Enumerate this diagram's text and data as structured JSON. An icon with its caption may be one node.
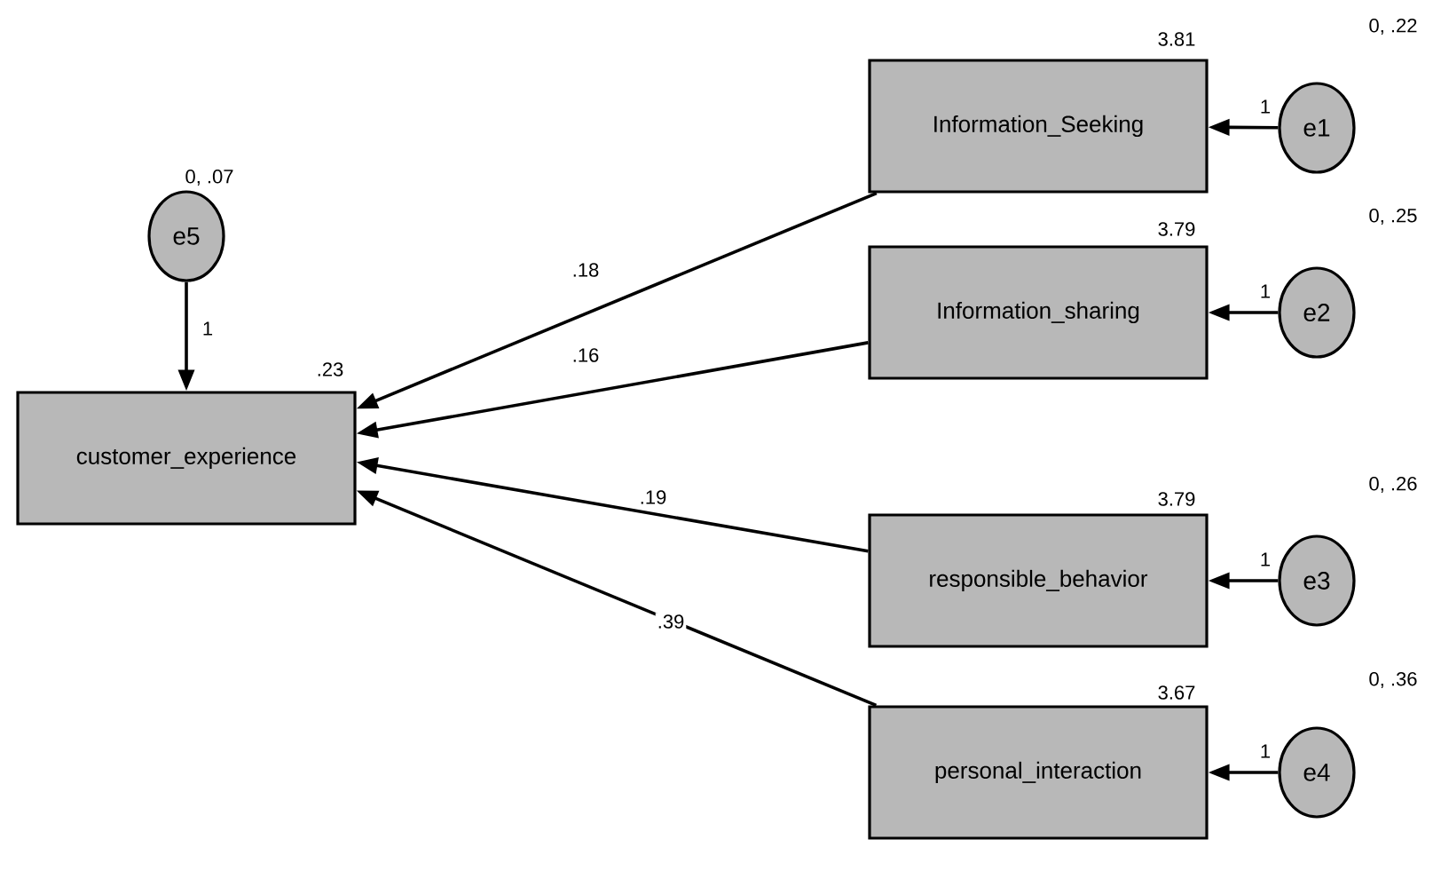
{
  "diagram": {
    "nodes": [
      {
        "text": [
          "e5"
        ],
        "beside": [
          "0, .07"
        ]
      },
      {
        "text": [
          "customer_experience"
        ],
        "beside": [
          ".23"
        ]
      },
      {
        "text": [
          "Information_Seeking"
        ],
        "beside": [
          "3.81"
        ]
      },
      {
        "text": [
          "e1"
        ],
        "beside": [
          "0, .22"
        ]
      },
      {
        "text": [
          "Information_sharing"
        ],
        "beside": [
          "3.79"
        ]
      },
      {
        "text": [
          "e2"
        ],
        "beside": [
          "0, .25"
        ]
      },
      {
        "text": [
          "responsible_behavior"
        ],
        "beside": [
          "3.79"
        ]
      },
      {
        "text": [
          "e3"
        ],
        "beside": [
          "0, .26"
        ]
      },
      {
        "text": [
          "personal_interaction"
        ],
        "beside": [
          "3.67"
        ]
      },
      {
        "text": [
          "e4"
        ],
        "beside": [
          "0, .36"
        ]
      }
    ],
    "edges": [
      {
        "from": 0,
        "to": 1,
        "arrow": "to",
        "label": "1"
      },
      {
        "from": 2,
        "to": 1,
        "arrow": "to",
        "label": ".18"
      },
      {
        "from": 4,
        "to": 1,
        "arrow": "to",
        "label": ".16"
      },
      {
        "from": 6,
        "to": 1,
        "arrow": "to",
        "label": ".19"
      },
      {
        "from": 8,
        "to": 1,
        "arrow": "to",
        "label": ".39"
      },
      {
        "from": 3,
        "to": 2,
        "arrow": "to",
        "label": "1"
      },
      {
        "from": 5,
        "to": 4,
        "arrow": "to",
        "label": "1"
      },
      {
        "from": 7,
        "to": 6,
        "arrow": "to",
        "label": "1"
      },
      {
        "from": 9,
        "to": 8,
        "arrow": "to",
        "label": "1"
      }
    ]
  }
}
